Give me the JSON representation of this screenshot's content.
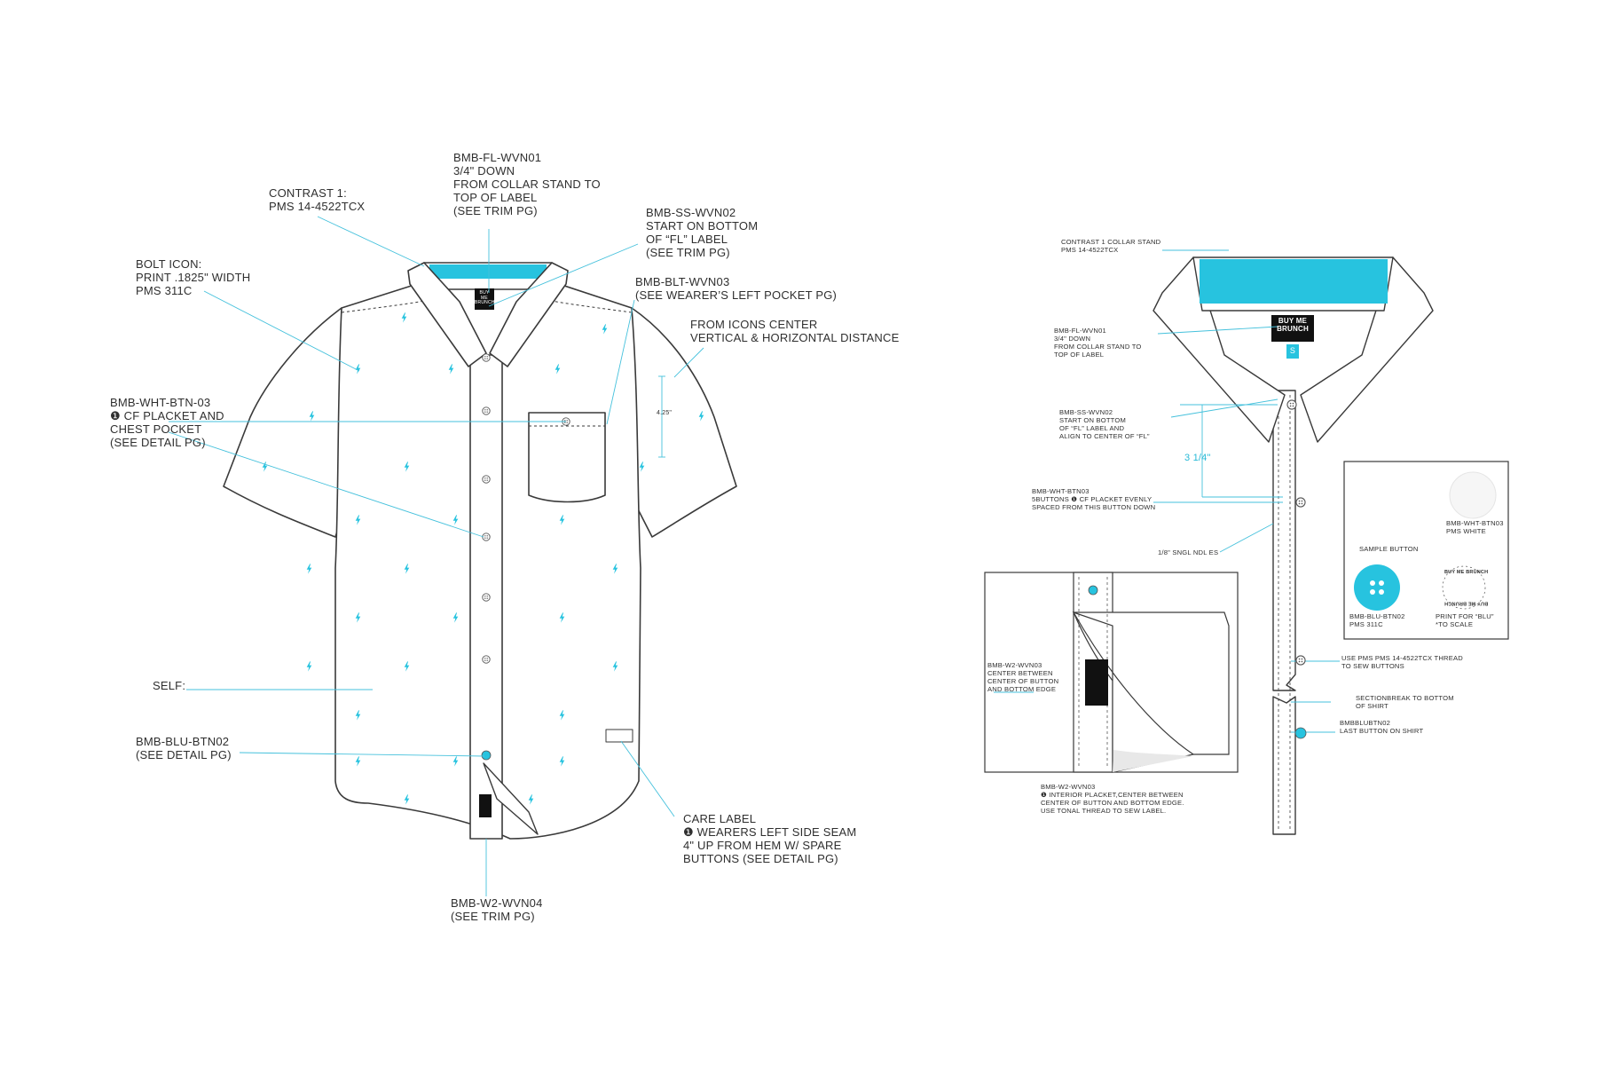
{
  "colors": {
    "outline": "#3a3a3a",
    "accent": "#27c3df",
    "leader": "#45c1dc",
    "label_bg": "#111111",
    "paper": "#ffffff"
  },
  "icons": {
    "print": "bolt-icon",
    "button": "four-hole-button-icon",
    "callout_marker": "circled-number-icon"
  },
  "left": {
    "callouts": [
      {
        "id": "contrast",
        "lines": [
          "CONTRAST 1:",
          "PMS 14-4522TCX"
        ]
      },
      {
        "id": "fl-label",
        "lines": [
          "BMB-FL-WVN01",
          "3/4\" DOWN",
          "FROM COLLAR STAND TO",
          "TOP OF LABEL",
          "(SEE TRIM PG)"
        ]
      },
      {
        "id": "ss-label",
        "lines": [
          "BMB-SS-WVN02",
          "START ON BOTTOM",
          "OF “FL” LABEL",
          "(SEE TRIM PG)"
        ]
      },
      {
        "id": "blt-label",
        "lines": [
          "BMB-BLT-WVN03",
          "(SEE WEARER’S LEFT POCKET PG)"
        ]
      },
      {
        "id": "icons-center",
        "lines": [
          "FROM ICONS CENTER",
          "VERTICAL & HORIZONTAL DISTANCE"
        ]
      },
      {
        "id": "bolt",
        "lines": [
          "BOLT ICON:",
          "PRINT .1825\" WIDTH",
          "PMS 311C"
        ]
      },
      {
        "id": "wht-btn",
        "lines": [
          "BMB-WHT-BTN-03",
          "❶ CF PLACKET AND",
          "CHEST POCKET",
          "(SEE DETAIL PG)"
        ]
      },
      {
        "id": "self",
        "lines": [
          "SELF:"
        ]
      },
      {
        "id": "blu-btn",
        "lines": [
          "BMB-BLU-BTN02",
          "(SEE DETAIL PG)"
        ]
      },
      {
        "id": "care",
        "lines": [
          "CARE LABEL",
          "❶ WEARERS LEFT SIDE SEAM",
          "4\" UP FROM HEM W/ SPARE",
          "BUTTONS (SEE DETAIL PG)"
        ]
      },
      {
        "id": "w2",
        "lines": [
          "BMB-W2-WVN04",
          "(SEE  TRIM PG)"
        ]
      }
    ],
    "dimension_small": "4.25\"",
    "shirt_label_text": [
      "BUY",
      "ME",
      "BRUNCH"
    ]
  },
  "right": {
    "callouts": [
      {
        "id": "collar-stand",
        "lines": [
          "CONTRAST 1 COLLAR STAND",
          "PMS 14-4522TCX"
        ]
      },
      {
        "id": "fl",
        "lines": [
          "BMB-FL-WVN01",
          "3/4\" DOWN",
          "FROM COLLAR STAND TO",
          "TOP OF LABEL"
        ]
      },
      {
        "id": "ss",
        "lines": [
          "BMB-SS-WVN02",
          "START ON BOTTOM",
          "OF “FL” LABEL AND",
          "ALIGN TO CENTER OF “FL”"
        ]
      },
      {
        "id": "wht-btn03",
        "lines": [
          "BMB-WHT-BTN03",
          "5BUTTONS ❶ CF PLACKET EVENLY",
          "SPACED FROM THIS BUTTON  DOWN"
        ]
      },
      {
        "id": "sngl",
        "lines": [
          "1/8\" SNGL NDL ES"
        ]
      },
      {
        "id": "w2-detail",
        "lines": [
          "BMB-W2-WVN03",
          "CENTER BETWEEN",
          "CENTER OF BUTTON",
          "AND BOTTOM EDGE"
        ]
      },
      {
        "id": "w2-bottom",
        "lines": [
          "BMB-W2-WVN03",
          "❶ INTERIOR PLACKET,CENTER BETWEEN",
          "CENTER OF BUTTON AND BOTTOM EDGE.",
          "USE TONAL THREAD TO SEW LABEL."
        ]
      },
      {
        "id": "thread",
        "lines": [
          "USE PMS PMS 14-4522TCX THREAD",
          "TO SEW BUTTONS"
        ]
      },
      {
        "id": "section",
        "lines": [
          "SECTIONBREAK TO BOTTOM",
          "OF SHIRT"
        ]
      },
      {
        "id": "last-btn",
        "lines": [
          "BMBBLUBTN02",
          "LAST BUTTON ON SHIRT"
        ]
      },
      {
        "id": "sample-wht",
        "lines": [
          "BMB-WHT-BTN03",
          "PMS WHITE"
        ]
      },
      {
        "id": "sample-title",
        "lines": [
          "SAMPLE BUTTON"
        ]
      },
      {
        "id": "sample-blu",
        "lines": [
          "BMB-BLU-BTN02",
          "PMS 311C"
        ]
      },
      {
        "id": "sample-print",
        "lines": [
          "PRINT FOR “BLU”",
          "*TO SCALE"
        ]
      }
    ],
    "dimension": "3 1/4\"",
    "size_tag": "S",
    "label_text": [
      "BUY",
      "ME",
      "BRUNCH"
    ],
    "button_ring_text": [
      "BUY ME BRUNCH",
      "BUY ME BRUNCH"
    ]
  }
}
